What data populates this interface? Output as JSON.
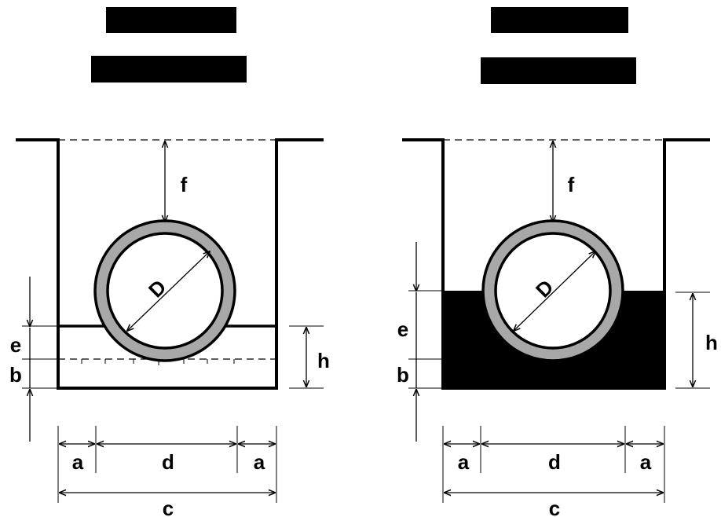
{
  "colors": {
    "ink": "#000000",
    "pipe_wall": "#a8a8a8",
    "fill": "#000000",
    "background": "#ffffff"
  },
  "diagrams": [
    {
      "labels": {
        "f": "f",
        "D": "D",
        "e": "e",
        "b": "b",
        "h": "h",
        "a_left": "a",
        "d": "d",
        "a_right": "a",
        "c": "c"
      },
      "backfill": "partial-bedding"
    },
    {
      "labels": {
        "f": "f",
        "D": "D",
        "e": "e",
        "b": "b",
        "h": "h",
        "a_left": "a",
        "d": "d",
        "a_right": "a",
        "c": "c"
      },
      "backfill": "solid-to-h"
    }
  ]
}
